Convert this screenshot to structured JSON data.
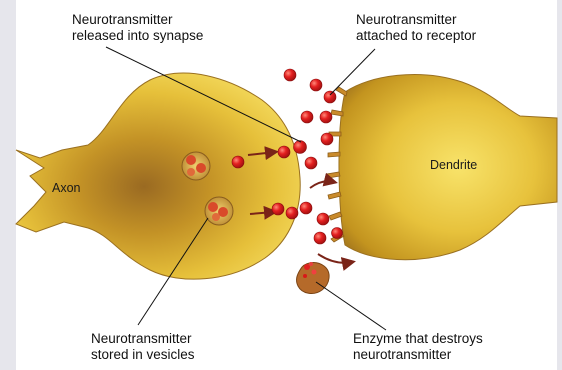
{
  "diagram": {
    "labels": {
      "released": {
        "line1": "Neurotransmitter",
        "line2": "released into synapse"
      },
      "attached": {
        "line1": "Neurotransmitter",
        "line2": "attached to receptor"
      },
      "stored": {
        "line1": "Neurotransmitter",
        "line2": "stored in vesicles"
      },
      "enzyme": {
        "line1": "Enzyme that destroys",
        "line2": "neurotransmitter"
      }
    },
    "structures": {
      "axon": "Axon",
      "dendrite": "Dendrite"
    },
    "colors": {
      "neuron_light": "#f2d24a",
      "neuron_mid": "#d4a521",
      "neuron_dark": "#8a5d1e",
      "neurotransmitter": "#e01f1f",
      "receptor": "#c98a2a",
      "enzyme": "#b56a2a",
      "arrow": "#7a2418"
    }
  }
}
